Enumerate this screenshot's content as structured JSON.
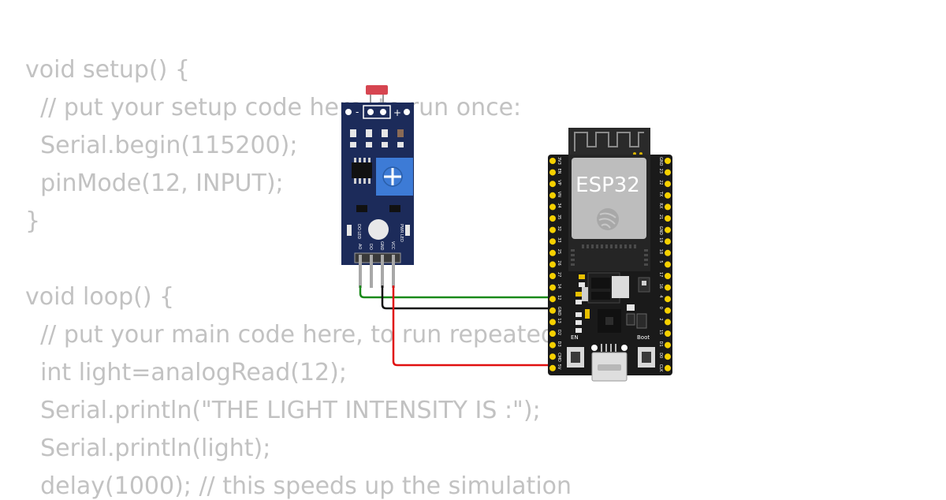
{
  "code": {
    "lines": [
      "void setup() {",
      "  // put your setup code here, to run once:",
      "  Serial.begin(115200);",
      "  pinMode(12, INPUT);",
      "}",
      "",
      "void loop() {",
      "  // put your main code here, to run repeatedly:",
      "  int light=analogRead(12);",
      "  Serial.println(\"THE LIGHT INTENSITY IS :\");",
      "  Serial.println(light);",
      "  delay(1000); // this speeds up the simulation"
    ]
  },
  "ldr_module": {
    "header_labels": {
      "minus": "-",
      "plus": "+"
    },
    "led_labels": {
      "do_led": "DO LED",
      "pwr_led": "PWR LED"
    },
    "pin_labels": [
      "AO",
      "DO",
      "GND",
      "VCC"
    ]
  },
  "esp32": {
    "chip_label": "ESP32",
    "button_labels": {
      "en": "EN",
      "boot": "Boot"
    },
    "left_pins": [
      "3V3",
      "EN",
      "VP",
      "VN",
      "34",
      "35",
      "32",
      "33",
      "25",
      "26",
      "27",
      "14",
      "12",
      "GND",
      "13",
      "D2",
      "D3",
      "CMD",
      "5V"
    ],
    "right_pins": [
      "GND",
      "23",
      "22",
      "TX",
      "RX",
      "21",
      "GND",
      "19",
      "18",
      "5",
      "17",
      "16",
      "4",
      "0",
      "2",
      "15",
      "D1",
      "D0",
      "CLK"
    ]
  },
  "wires": [
    {
      "from": "AO",
      "to": "12",
      "color": "#1a8a1a"
    },
    {
      "from": "GND",
      "to": "GND",
      "color": "#111111"
    },
    {
      "from": "VCC",
      "to": "5V",
      "color": "#e01010"
    }
  ],
  "colors": {
    "code_text": "#c2c2c2",
    "module_board": "#1c2b5a",
    "potentiometer": "#3d7bd6",
    "esp_board": "#1a1a1a",
    "esp_pin": "#f5d000",
    "ldr_head": "#d64550"
  }
}
